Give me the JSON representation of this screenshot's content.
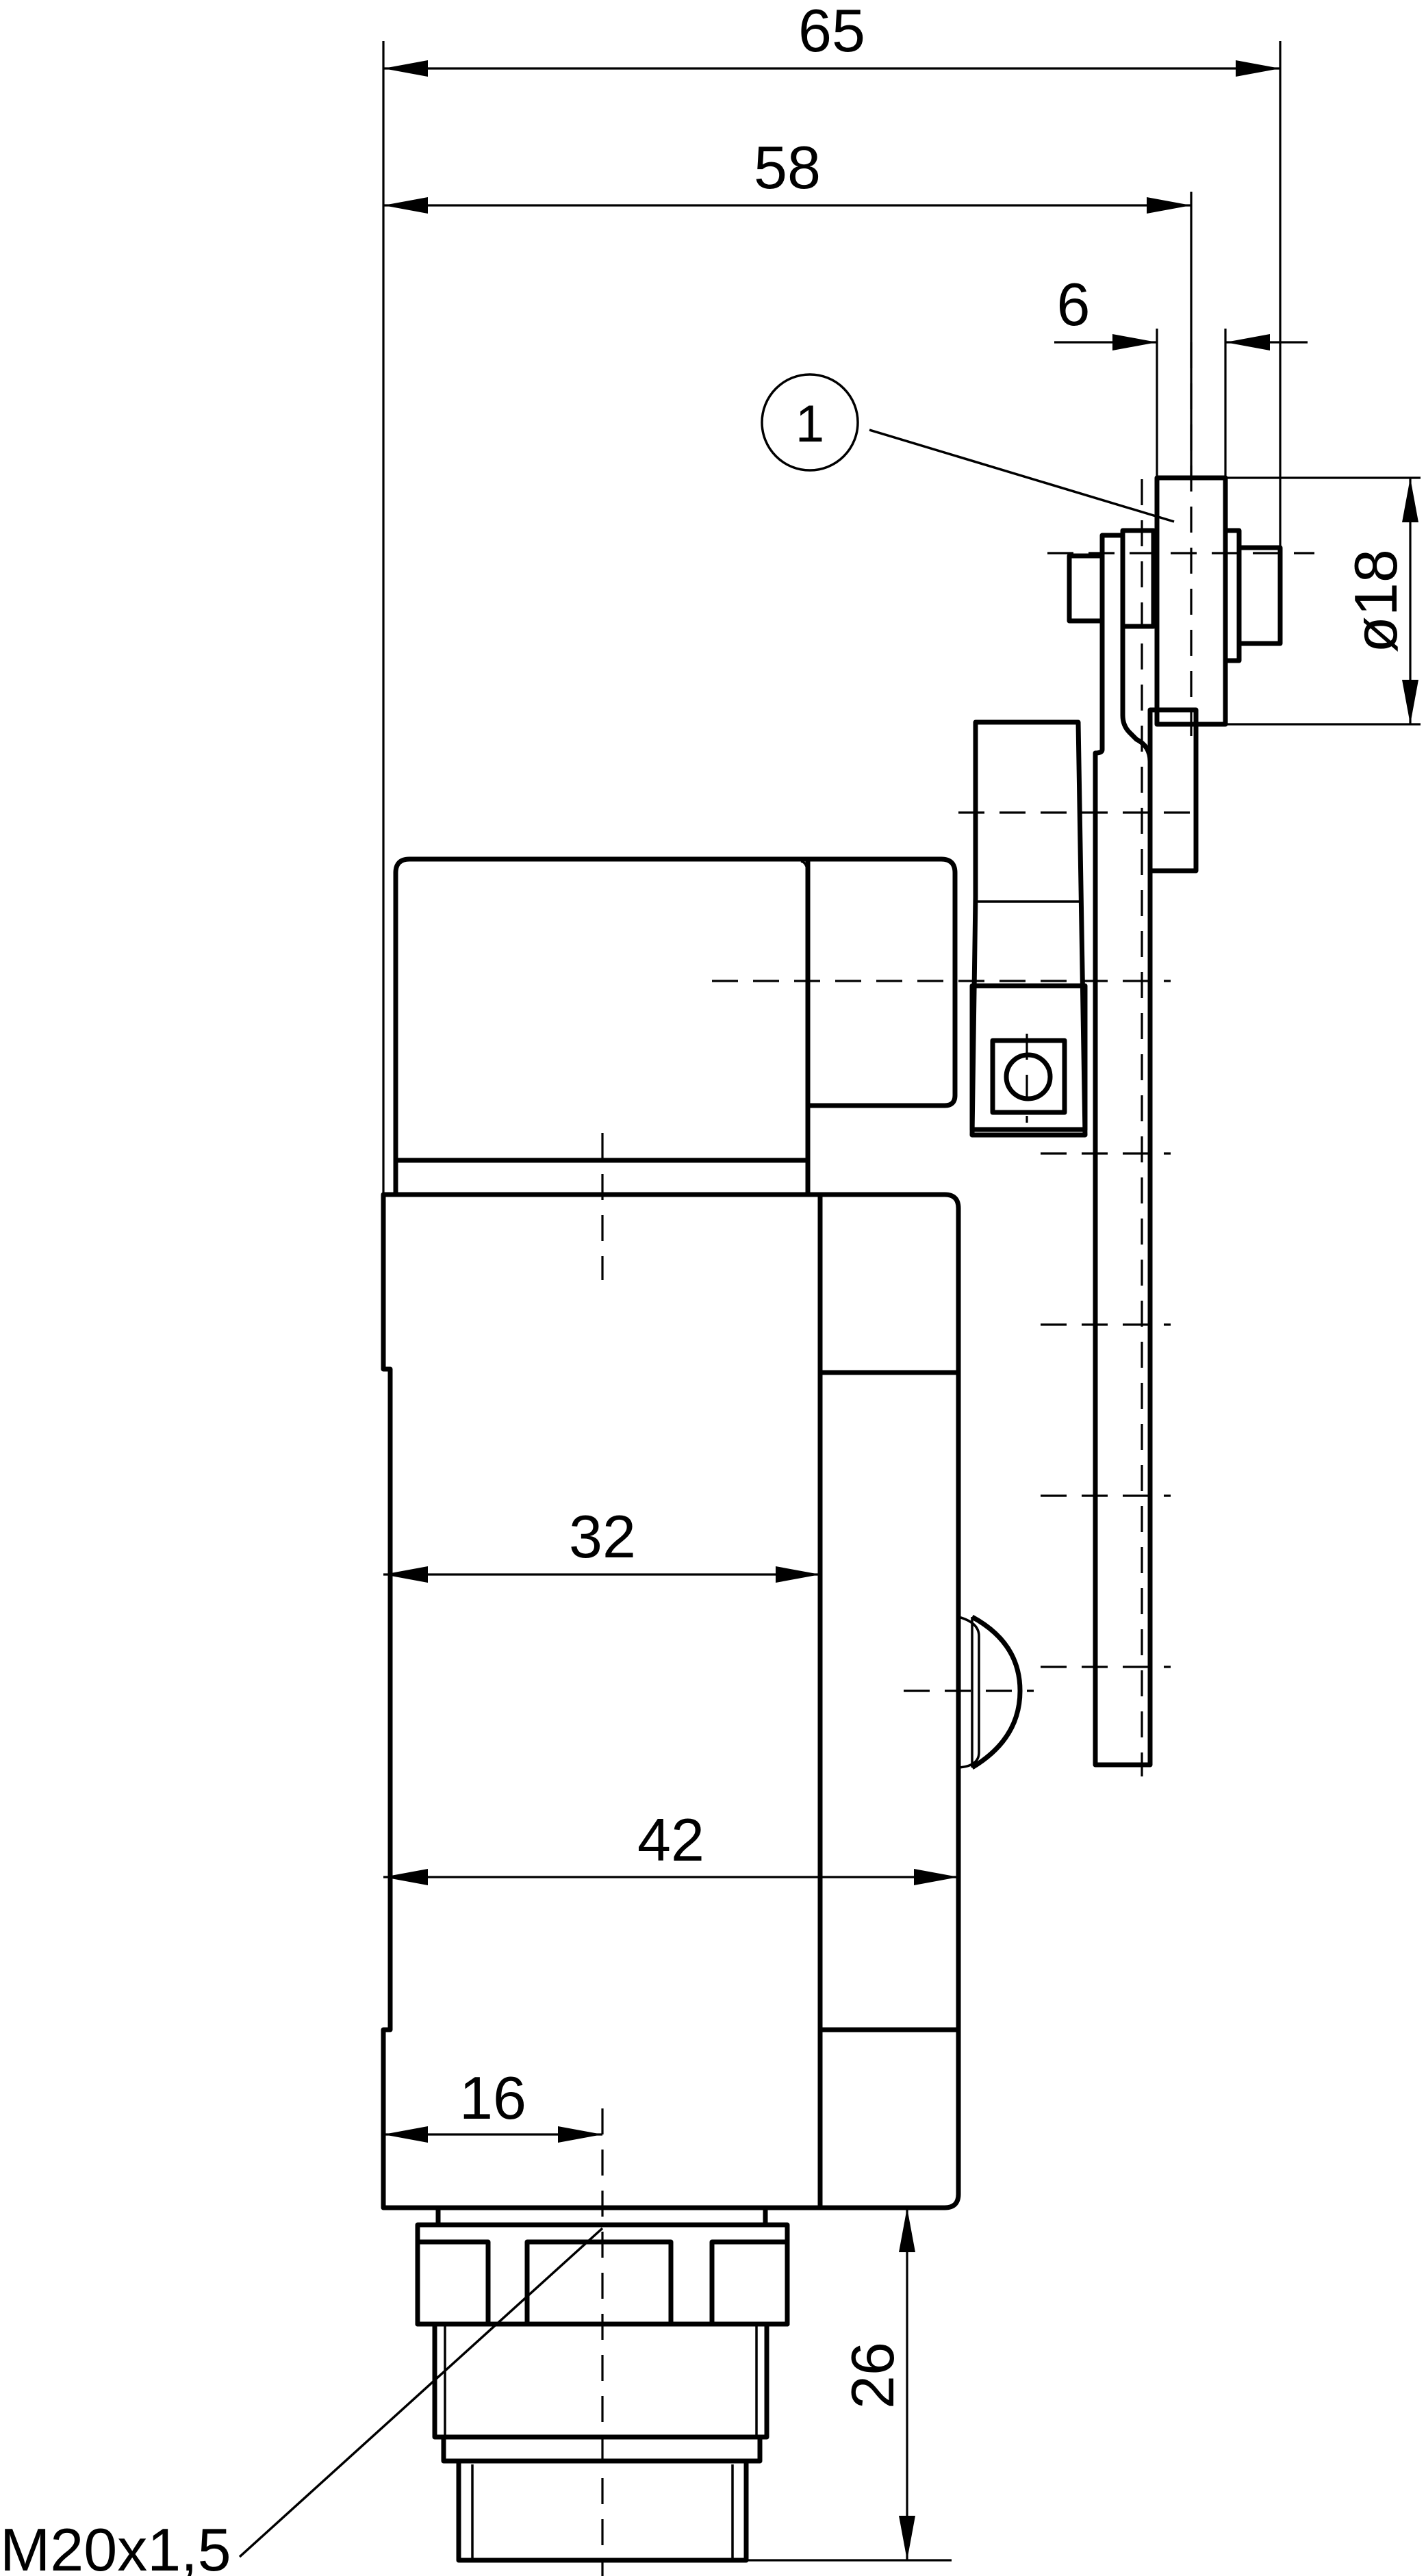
{
  "dimensions": {
    "width_65": "65",
    "width_58": "58",
    "roller_width_6": "6",
    "roller_diameter": "ø18",
    "body_32": "32",
    "body_42": "42",
    "gland_offset_16": "16",
    "gland_height_26": "26"
  },
  "callout": {
    "number": "1"
  },
  "thread": {
    "label": "M20x1,5"
  }
}
